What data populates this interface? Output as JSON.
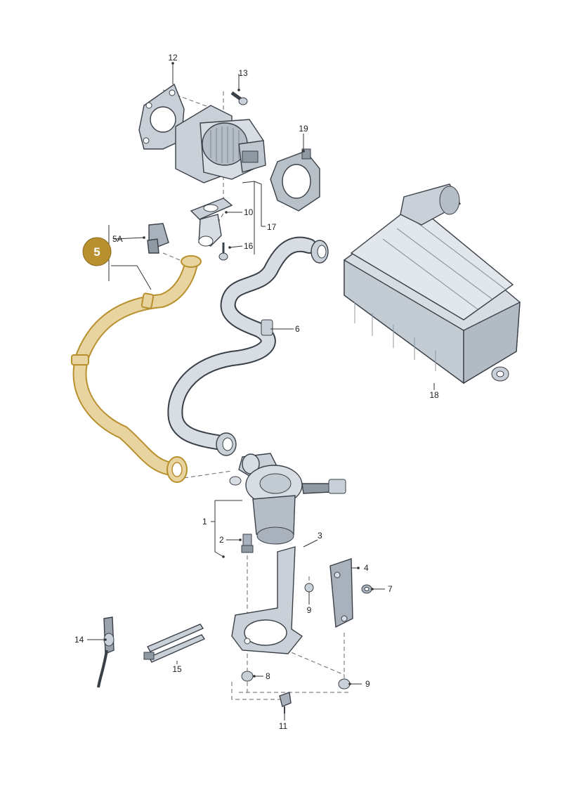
{
  "diagram": {
    "callout": {
      "label": "5",
      "color": "#B8902E"
    },
    "colors": {
      "highlight_hose": "#E8D4A0",
      "highlight_outline": "#B8902E",
      "part_fill": "#D7DDE3",
      "part_dark": "#A9B2BC",
      "line": "#333333"
    },
    "labels": {
      "p1": "1",
      "p2": "2",
      "p3": "3",
      "p4": "4",
      "p5a": "5A",
      "p6": "6",
      "p7": "7",
      "p8": "8",
      "p9a": "9",
      "p9b": "9",
      "p10": "10",
      "p11": "11",
      "p12": "12",
      "p13": "13",
      "p14": "14",
      "p15": "15",
      "p16": "16",
      "p17": "17",
      "p18": "18",
      "p19": "19"
    }
  }
}
